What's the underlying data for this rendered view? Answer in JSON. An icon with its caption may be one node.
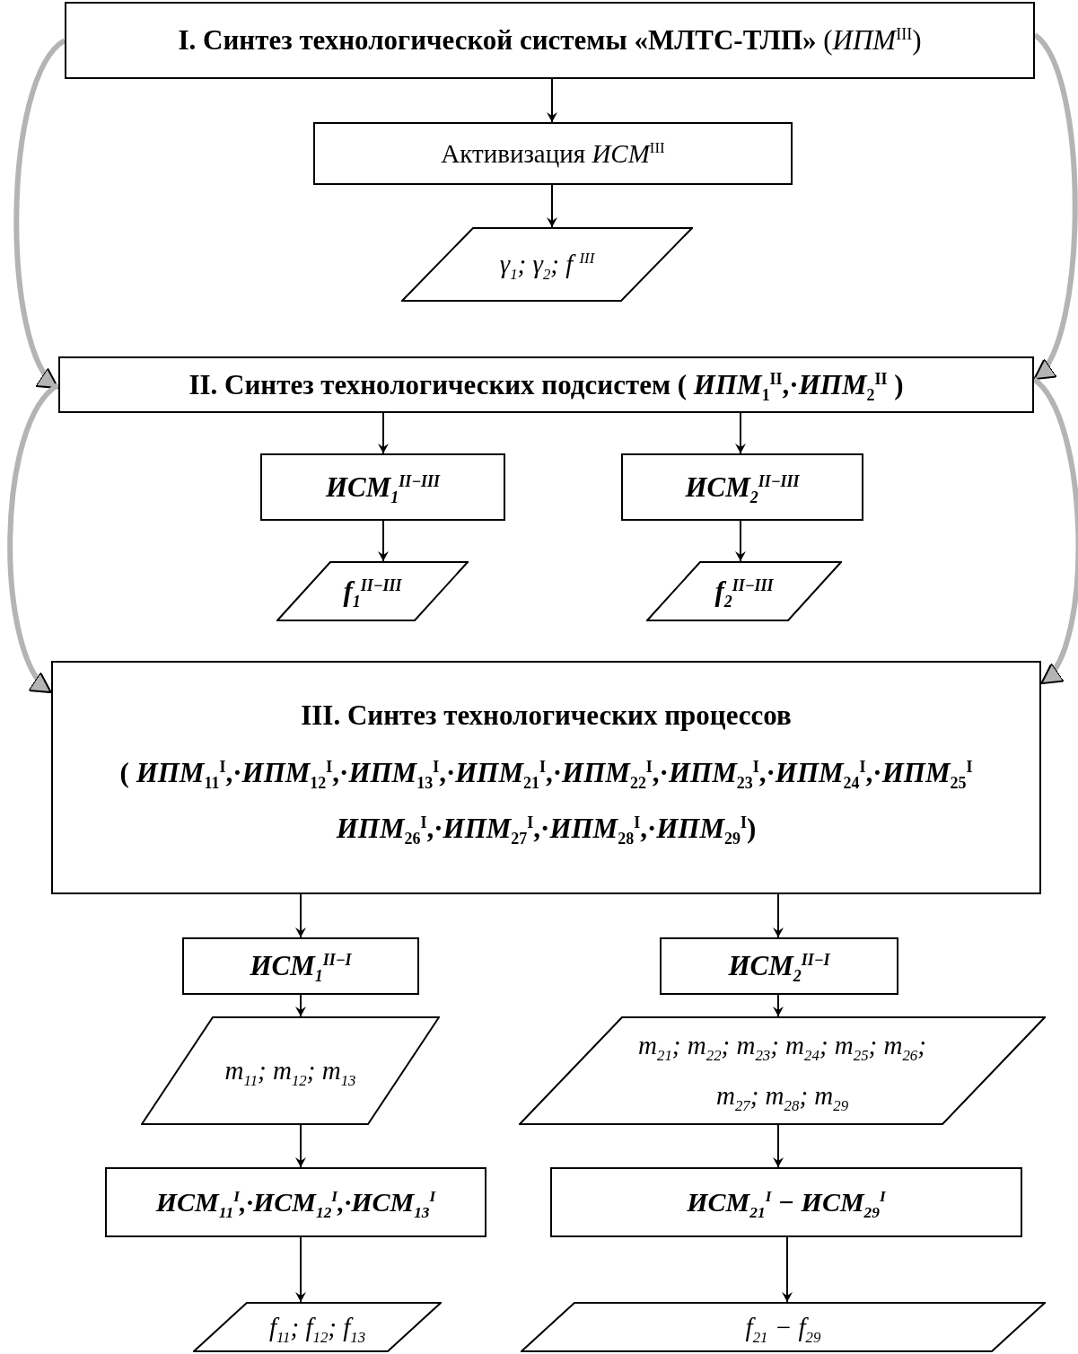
{
  "diagram": {
    "nodes": [
      {
        "text": [
          "**I. Синтез технологической системы «МЛТС-ТЛП»** (*ИПМ*$^{III}$)"
        ]
      },
      {
        "text": [
          "Активизация *ИСМ*$^{III}$"
        ]
      },
      {
        "text": [
          "γ$_{1}$; γ$_{2}$; f $^{III}$"
        ]
      },
      {
        "text": [
          "II. Синтез технологических подсистем ( *ИПМ*$_{1}$$^{II}$,·*ИПМ*$_{2}$$^{II}$ )"
        ]
      },
      {
        "text": [
          "ИСМ$_{1}$$^{II−III}$"
        ]
      },
      {
        "text": [
          "ИСМ$_{2}$$^{II−III}$"
        ]
      },
      {
        "text": [
          "f$_{1}$$^{II−III}$"
        ]
      },
      {
        "text": [
          "f$_{2}$$^{II−III}$"
        ]
      },
      {
        "text": [
          "III. Синтез технологических процессов",
          "( *ИПМ*$_{11}$$^{I}$,·*ИПМ*$_{12}$$^{I}$,·*ИПМ*$_{13}$$^{I}$,·*ИПМ*$_{21}$$^{I}$,·*ИПМ*$_{22}$$^{I}$,·*ИПМ*$_{23}$$^{I}$,·*ИПМ*$_{24}$$^{I}$,·*ИПМ*$_{25}$$^{I}$ *ИПМ*$_{26}$$^{I}$,·*ИПМ*$_{27}$$^{I}$,·*ИПМ*$_{28}$$^{I}$,·*ИПМ*$_{29}$$^{I}$)"
        ]
      },
      {
        "text": [
          "ИСМ$_{1}$$^{II−I}$"
        ]
      },
      {
        "text": [
          "ИСМ$_{2}$$^{II−I}$"
        ]
      },
      {
        "text": [
          "m$_{11}$; m$_{12}$; m$_{13}$"
        ]
      },
      {
        "text": [
          "m$_{21}$; m$_{22}$; m$_{23}$; m$_{24}$; m$_{25}$; m$_{26}$; m$_{27}$; m$_{28}$; m$_{29}$"
        ]
      },
      {
        "text": [
          "ИСМ$_{11}$$^{I}$,·ИСМ$_{12}$$^{I}$,·ИСМ$_{13}$$^{I}$"
        ]
      },
      {
        "text": [
          "ИСМ$_{21}$$^{I}$ − ИСМ$_{29}$$^{I}$"
        ]
      },
      {
        "text": [
          "f$_{11}$; f$_{12}$; f$_{13}$"
        ]
      },
      {
        "text": [
          "f$_{21}$ − f$_{29}$"
        ]
      }
    ],
    "edges": [
      {
        "from": 0,
        "to": 1,
        "arrow": "to"
      },
      {
        "from": 1,
        "to": 2,
        "arrow": "to"
      },
      {
        "from": 0,
        "to": 3,
        "arrow": "to",
        "style": "thick",
        "color": "#b4b4b4"
      },
      {
        "from": 0,
        "to": 3,
        "arrow": "to",
        "style": "thick",
        "color": "#b4b4b4"
      },
      {
        "from": 3,
        "to": 4,
        "arrow": "to"
      },
      {
        "from": 3,
        "to": 5,
        "arrow": "to"
      },
      {
        "from": 4,
        "to": 6,
        "arrow": "to"
      },
      {
        "from": 5,
        "to": 7,
        "arrow": "to"
      },
      {
        "from": 3,
        "to": 8,
        "arrow": "to",
        "style": "thick",
        "color": "#b4b4b4"
      },
      {
        "from": 3,
        "to": 8,
        "arrow": "to",
        "style": "thick",
        "color": "#b4b4b4"
      },
      {
        "from": 8,
        "to": 9,
        "arrow": "to"
      },
      {
        "from": 8,
        "to": 10,
        "arrow": "to"
      },
      {
        "from": 9,
        "to": 11,
        "arrow": "to"
      },
      {
        "from": 10,
        "to": 12,
        "arrow": "to"
      },
      {
        "from": 11,
        "to": 13,
        "arrow": "to"
      },
      {
        "from": 12,
        "to": 14,
        "arrow": "to"
      },
      {
        "from": 13,
        "to": 15,
        "arrow": "to"
      },
      {
        "from": 14,
        "to": 16,
        "arrow": "to"
      }
    ]
  }
}
